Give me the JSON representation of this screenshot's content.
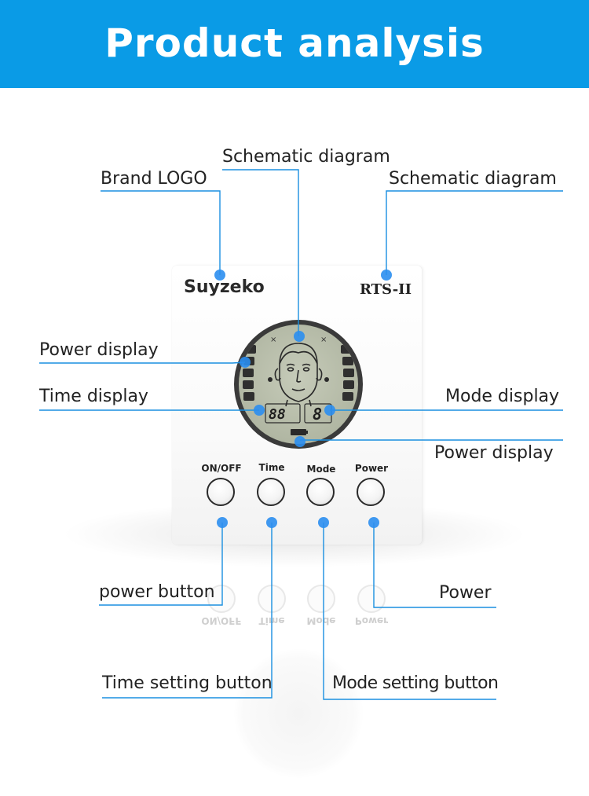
{
  "header": {
    "title": "Product analysis",
    "color": "#0a9be6"
  },
  "device": {
    "brand": "Suyzeko",
    "model": "RTS-II",
    "lcd": {
      "time_digits": "88",
      "mode_digit": "8"
    },
    "buttons": [
      {
        "label": "ON/OFF"
      },
      {
        "label": "Time"
      },
      {
        "label": "Mode"
      },
      {
        "label": "Power"
      }
    ]
  },
  "callouts": {
    "schematic_top": "Schematic diagram",
    "brand_logo": "Brand LOGO",
    "schematic_right": "Schematic diagram",
    "power_display_left": "Power display",
    "time_display": "Time display",
    "mode_display": "Mode display",
    "power_display_right": "Power display",
    "power_button": "power button",
    "power": "Power",
    "time_setting_button": "Time setting button",
    "mode_setting_button": "Mode setting button"
  },
  "colors": {
    "leader_line": "#1a8fe0",
    "dot": "#2b8ef0"
  }
}
